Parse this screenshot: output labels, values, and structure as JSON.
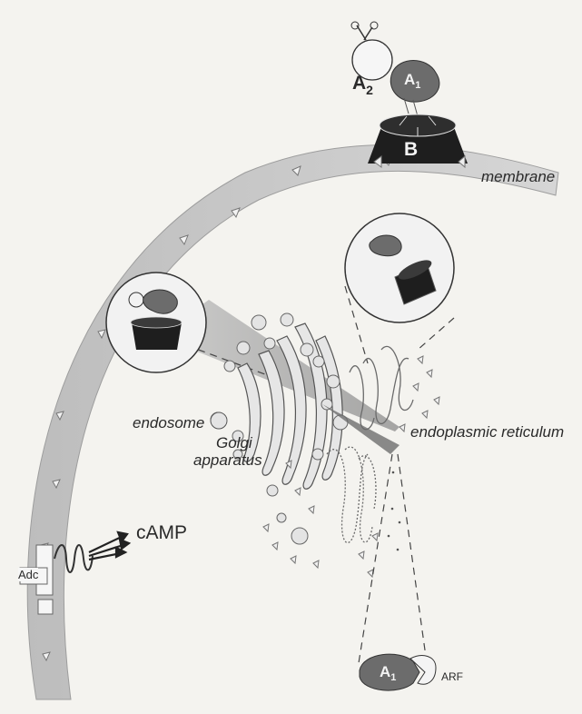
{
  "labels": {
    "membrane": "membrane",
    "endosome": "endosome",
    "golgi_line1": "Golgi",
    "golgi_line2": "apparatus",
    "er": "endoplasmic reticulum",
    "camp": "cAMP",
    "adc": "Adc",
    "arf": "ARF"
  },
  "subunits": {
    "a_main": "A",
    "a_main_sub": "2",
    "a1": "A",
    "a1_sub": "1",
    "b": "B",
    "bottom_a1": "A",
    "bottom_a1_sub": "1"
  },
  "colors": {
    "background": "#f4f3ef",
    "membrane_band": "#c9c9c9",
    "subunit_a1": "#6c6c6c",
    "subunit_b": "#1e1e1e",
    "organelle_fill": "#dcdcdc",
    "outline": "#3a3a3a"
  }
}
